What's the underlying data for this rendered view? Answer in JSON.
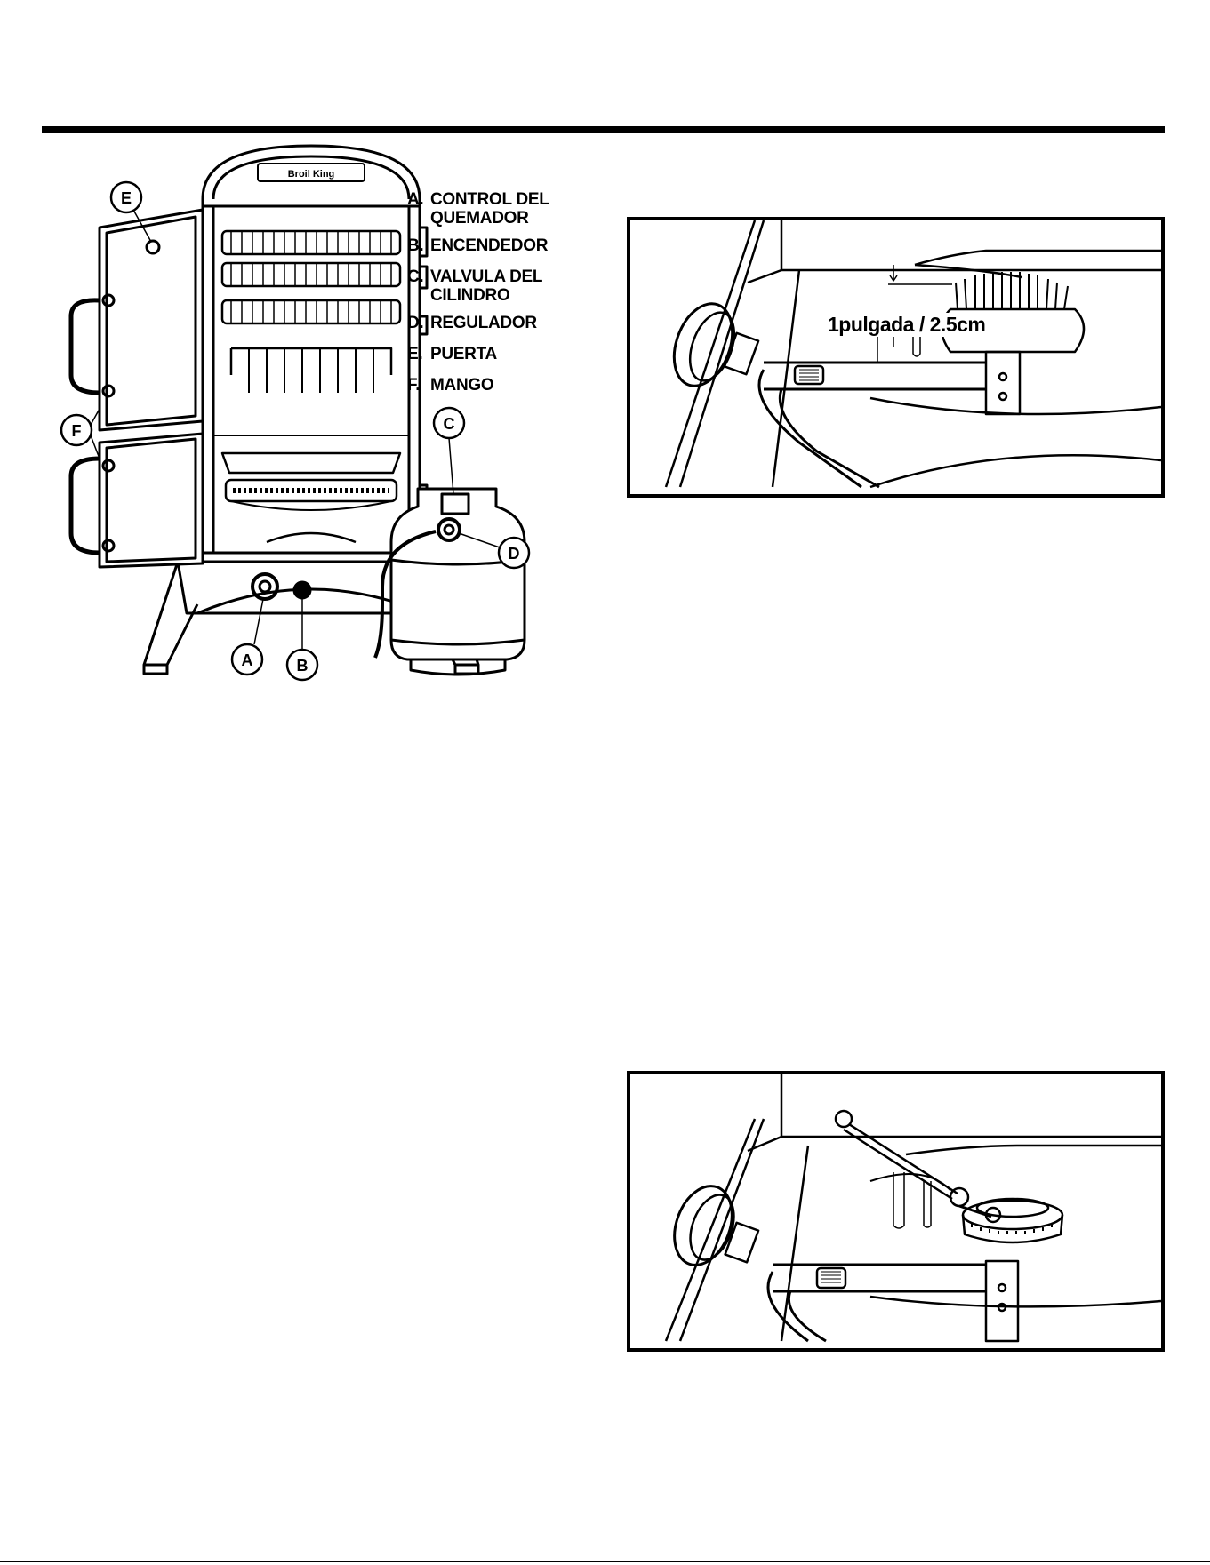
{
  "legend": [
    {
      "letter": "A.",
      "text": "CONTROL DEL\nQUEMADOR"
    },
    {
      "letter": "B.",
      "text": "ENCENDEDOR"
    },
    {
      "letter": "C.",
      "text": "VALVULA DEL\nCILINDRO"
    },
    {
      "letter": "D.",
      "text": "REGULADOR"
    },
    {
      "letter": "E.",
      "text": "PUERTA"
    },
    {
      "letter": "F.",
      "text": "MANGO"
    }
  ],
  "callouts": {
    "a": "A",
    "b": "B",
    "c": "C",
    "d": "D",
    "e": "E",
    "f": "F"
  },
  "brand_plate": "Broil King",
  "figure1": {
    "measurement_label": "1pulgada / 2.5cm"
  }
}
